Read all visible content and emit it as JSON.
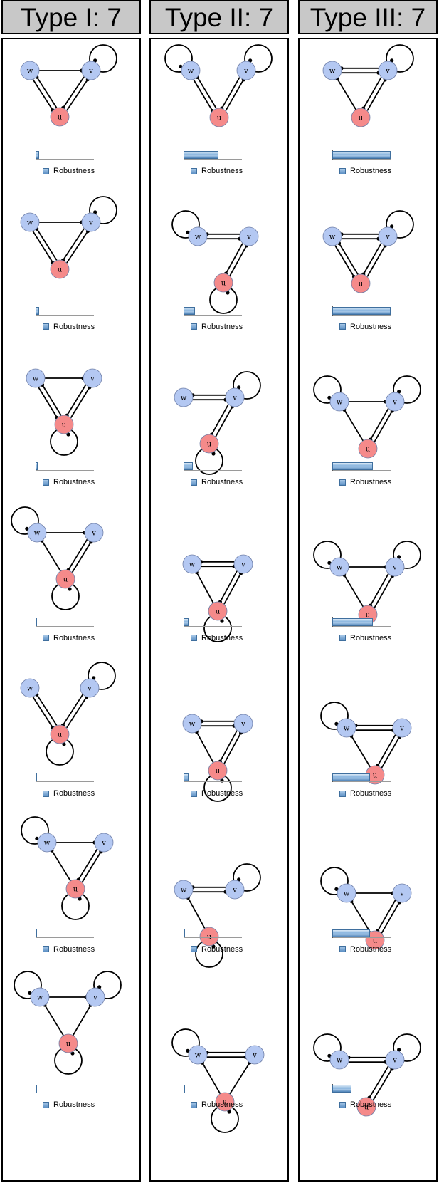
{
  "columns": [
    {
      "title": "Type I: 7",
      "panels": [
        {
          "motif": {
            "nodes": {
              "w": [
                38,
                97
              ],
              "v": [
                124,
                97
              ],
              "u": [
                80,
                162
              ]
            },
            "loops": [
              {
                "node": "v",
                "dir": "ne"
              }
            ],
            "edges": [
              [
                "w",
                "v",
                1,
                "v"
              ],
              [
                "u",
                "w",
                2,
                "both"
              ],
              [
                "u",
                "v",
                2,
                "both"
              ]
            ]
          },
          "robustness": 0.06
        },
        {
          "motif": {
            "nodes": {
              "w": [
                38,
                310
              ],
              "v": [
                124,
                310
              ],
              "u": [
                80,
                376
              ]
            },
            "loops": [
              {
                "node": "v",
                "dir": "ne"
              }
            ],
            "edges": [
              [
                "w",
                "v",
                1,
                "v"
              ],
              [
                "u",
                "w",
                2,
                "both"
              ],
              [
                "u",
                "v",
                2,
                "both"
              ]
            ]
          },
          "robustness": 0.06
        },
        {
          "motif": {
            "nodes": {
              "w": [
                46,
                529
              ],
              "v": [
                126,
                529
              ],
              "u": [
                86,
                594
              ]
            },
            "loops": [
              {
                "node": "u",
                "dir": "s"
              }
            ],
            "edges": [
              [
                "w",
                "v",
                1,
                "v"
              ],
              [
                "u",
                "w",
                2,
                "both"
              ],
              [
                "u",
                "v",
                2,
                "both"
              ]
            ]
          },
          "robustness": 0.04
        },
        {
          "motif": {
            "nodes": {
              "w": [
                48,
                746
              ],
              "v": [
                128,
                746
              ],
              "u": [
                88,
                811
              ]
            },
            "loops": [
              {
                "node": "w",
                "dir": "nw"
              },
              {
                "node": "u",
                "dir": "s"
              }
            ],
            "edges": [
              [
                "w",
                "v",
                1,
                "v"
              ],
              [
                "u",
                "w",
                1,
                "w"
              ],
              [
                "u",
                "v",
                2,
                "both"
              ]
            ]
          },
          "robustness": 0.02
        },
        {
          "motif": {
            "nodes": {
              "w": [
                38,
                964
              ],
              "v": [
                122,
                964
              ],
              "u": [
                80,
                1029
              ]
            },
            "loops": [
              {
                "node": "v",
                "dir": "ne"
              },
              {
                "node": "u",
                "dir": "s"
              }
            ],
            "edges": [
              [
                "u",
                "w",
                2,
                "both"
              ],
              [
                "u",
                "v",
                2,
                "both"
              ]
            ]
          },
          "robustness": 0.02
        },
        {
          "motif": {
            "nodes": {
              "w": [
                62,
                1181
              ],
              "v": [
                142,
                1181
              ],
              "u": [
                102,
                1246
              ]
            },
            "loops": [
              {
                "node": "w",
                "dir": "nw"
              },
              {
                "node": "u",
                "dir": "s"
              }
            ],
            "edges": [
              [
                "w",
                "v",
                1,
                "v"
              ],
              [
                "u",
                "w",
                1,
                "w"
              ],
              [
                "u",
                "v",
                2,
                "both"
              ]
            ]
          },
          "robustness": 0.02
        },
        {
          "motif": {
            "nodes": {
              "w": [
                52,
                1398
              ],
              "v": [
                130,
                1398
              ],
              "u": [
                92,
                1463
              ]
            },
            "loops": [
              {
                "node": "w",
                "dir": "nw"
              },
              {
                "node": "v",
                "dir": "ne"
              },
              {
                "node": "u",
                "dir": "s"
              }
            ],
            "edges": [
              [
                "w",
                "v",
                1,
                "v"
              ],
              [
                "u",
                "w",
                1,
                "w"
              ],
              [
                "u",
                "v",
                1,
                "v"
              ]
            ]
          },
          "robustness": 0.02
        }
      ]
    },
    {
      "title": "Type II: 7",
      "panels": [
        {
          "motif": {
            "nodes": {
              "w": [
                56,
                97
              ],
              "v": [
                134,
                97
              ],
              "u": [
                96,
                163
              ]
            },
            "loops": [
              {
                "node": "w",
                "dir": "nw"
              },
              {
                "node": "v",
                "dir": "ne"
              }
            ],
            "edges": [
              [
                "u",
                "w",
                2,
                "both"
              ],
              [
                "u",
                "v",
                2,
                "both"
              ]
            ]
          },
          "robustness": 0.6
        },
        {
          "motif": {
            "nodes": {
              "w": [
                66,
                330
              ],
              "v": [
                138,
                330
              ],
              "u": [
                102,
                395
              ]
            },
            "loops": [
              {
                "node": "w",
                "dir": "nw"
              },
              {
                "node": "u",
                "dir": "s"
              }
            ],
            "edges": [
              [
                "w",
                "v",
                2,
                "both"
              ],
              [
                "u",
                "v",
                2,
                "both"
              ]
            ]
          },
          "robustness": 0.2
        },
        {
          "motif": {
            "nodes": {
              "w": [
                46,
                556
              ],
              "v": [
                118,
                556
              ],
              "u": [
                82,
                621
              ]
            },
            "loops": [
              {
                "node": "v",
                "dir": "ne"
              },
              {
                "node": "u",
                "dir": "s"
              }
            ],
            "edges": [
              [
                "w",
                "v",
                2,
                "both"
              ],
              [
                "u",
                "v",
                2,
                "both"
              ]
            ]
          },
          "robustness": 0.16
        },
        {
          "motif": {
            "nodes": {
              "w": [
                58,
                790
              ],
              "v": [
                130,
                790
              ],
              "u": [
                94,
                856
              ]
            },
            "loops": [
              {
                "node": "u",
                "dir": "s"
              }
            ],
            "edges": [
              [
                "w",
                "v",
                2,
                "both"
              ],
              [
                "u",
                "w",
                1,
                "w"
              ],
              [
                "u",
                "v",
                2,
                "both"
              ]
            ]
          },
          "robustness": 0.08
        },
        {
          "motif": {
            "nodes": {
              "w": [
                58,
                1014
              ],
              "v": [
                130,
                1014
              ],
              "u": [
                94,
                1080
              ]
            },
            "loops": [
              {
                "node": "u",
                "dir": "s"
              }
            ],
            "edges": [
              [
                "w",
                "v",
                2,
                "both"
              ],
              [
                "u",
                "w",
                1,
                "w"
              ],
              [
                "u",
                "v",
                2,
                "both"
              ]
            ]
          },
          "robustness": 0.08
        },
        {
          "motif": {
            "nodes": {
              "w": [
                46,
                1247
              ],
              "v": [
                118,
                1247
              ],
              "u": [
                82,
                1313
              ]
            },
            "loops": [
              {
                "node": "v",
                "dir": "ne"
              },
              {
                "node": "u",
                "dir": "s"
              }
            ],
            "edges": [
              [
                "w",
                "v",
                2,
                "both"
              ],
              [
                "u",
                "w",
                1,
                "w"
              ]
            ]
          },
          "robustness": 0.02
        },
        {
          "motif": {
            "nodes": {
              "w": [
                66,
                1479
              ],
              "v": [
                146,
                1479
              ],
              "u": [
                104,
                1545
              ]
            },
            "loops": [
              {
                "node": "w",
                "dir": "nw"
              },
              {
                "node": "u",
                "dir": "s"
              }
            ],
            "edges": [
              [
                "w",
                "v",
                2,
                "both"
              ],
              [
                "u",
                "w",
                1,
                "w"
              ],
              [
                "u",
                "v",
                1,
                "v"
              ]
            ]
          },
          "robustness": 0.02
        }
      ]
    },
    {
      "title": "Type III: 7",
      "panels": [
        {
          "motif": {
            "nodes": {
              "w": [
                46,
                97
              ],
              "v": [
                124,
                97
              ],
              "u": [
                86,
                163
              ]
            },
            "loops": [
              {
                "node": "v",
                "dir": "ne"
              }
            ],
            "edges": [
              [
                "w",
                "v",
                2,
                "both"
              ],
              [
                "u",
                "w",
                1,
                "w"
              ],
              [
                "u",
                "v",
                2,
                "both"
              ]
            ]
          },
          "robustness": 1
        },
        {
          "motif": {
            "nodes": {
              "w": [
                46,
                330
              ],
              "v": [
                124,
                330
              ],
              "u": [
                86,
                396
              ]
            },
            "loops": [
              {
                "node": "v",
                "dir": "ne"
              }
            ],
            "edges": [
              [
                "w",
                "v",
                2,
                "both"
              ],
              [
                "u",
                "w",
                2,
                "both"
              ],
              [
                "u",
                "v",
                2,
                "both"
              ]
            ]
          },
          "robustness": 1
        },
        {
          "motif": {
            "nodes": {
              "w": [
                56,
                562
              ],
              "v": [
                134,
                562
              ],
              "u": [
                96,
                628
              ]
            },
            "loops": [
              {
                "node": "w",
                "dir": "nw"
              },
              {
                "node": "v",
                "dir": "ne"
              }
            ],
            "edges": [
              [
                "w",
                "v",
                1,
                "v"
              ],
              [
                "u",
                "w",
                1,
                "w"
              ],
              [
                "u",
                "v",
                2,
                "both"
              ]
            ]
          },
          "robustness": 0.7
        },
        {
          "motif": {
            "nodes": {
              "w": [
                56,
                794
              ],
              "v": [
                134,
                794
              ],
              "u": [
                96,
                861
              ]
            },
            "loops": [
              {
                "node": "w",
                "dir": "nw"
              },
              {
                "node": "v",
                "dir": "ne"
              }
            ],
            "edges": [
              [
                "w",
                "v",
                1,
                "v"
              ],
              [
                "u",
                "w",
                1,
                "w"
              ],
              [
                "u",
                "v",
                2,
                "both"
              ]
            ]
          },
          "robustness": 0.7
        },
        {
          "motif": {
            "nodes": {
              "w": [
                66,
                1020
              ],
              "v": [
                144,
                1020
              ],
              "u": [
                106,
                1086
              ]
            },
            "loops": [
              {
                "node": "w",
                "dir": "nw"
              }
            ],
            "edges": [
              [
                "w",
                "v",
                2,
                "both"
              ],
              [
                "u",
                "w",
                1,
                "w"
              ],
              [
                "u",
                "v",
                2,
                "both"
              ]
            ]
          },
          "robustness": 0.65
        },
        {
          "motif": {
            "nodes": {
              "w": [
                66,
                1252
              ],
              "v": [
                144,
                1252
              ],
              "u": [
                106,
                1318
              ]
            },
            "loops": [
              {
                "node": "w",
                "dir": "nw"
              }
            ],
            "edges": [
              [
                "w",
                "v",
                1,
                "v"
              ],
              [
                "u",
                "w",
                1,
                "w"
              ],
              [
                "u",
                "v",
                2,
                "both"
              ]
            ]
          },
          "robustness": 0.65
        },
        {
          "motif": {
            "nodes": {
              "w": [
                56,
                1486
              ],
              "v": [
                134,
                1486
              ],
              "u": [
                94,
                1552
              ]
            },
            "loops": [
              {
                "node": "w",
                "dir": "nw"
              },
              {
                "node": "v",
                "dir": "ne"
              }
            ],
            "edges": [
              [
                "w",
                "v",
                2,
                "both"
              ],
              [
                "u",
                "v",
                2,
                "both"
              ]
            ]
          },
          "robustness": 0.33
        }
      ]
    }
  ],
  "legend_label": "Robustness",
  "colors": {
    "node_uv_w": "#b4c8f2",
    "node_u": "#f58a8a",
    "node_stroke": "#6f7fa8",
    "edge": "#000000",
    "bar": "#86b3de"
  }
}
